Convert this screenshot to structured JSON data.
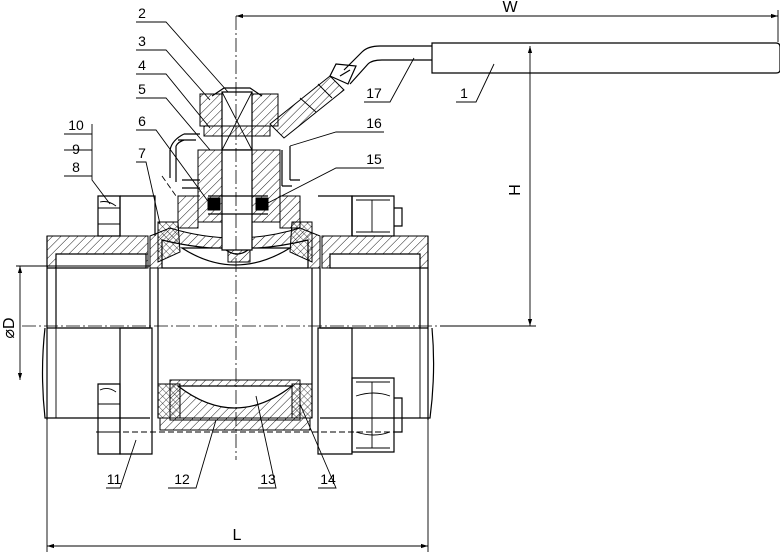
{
  "diagram": {
    "part_numbers": [
      "1",
      "2",
      "3",
      "4",
      "5",
      "6",
      "7",
      "8",
      "9",
      "10",
      "11",
      "12",
      "13",
      "14",
      "15",
      "16",
      "17"
    ],
    "dimensions": {
      "width": "W",
      "height": "H",
      "length": "L",
      "diameter": "⌀D"
    }
  }
}
